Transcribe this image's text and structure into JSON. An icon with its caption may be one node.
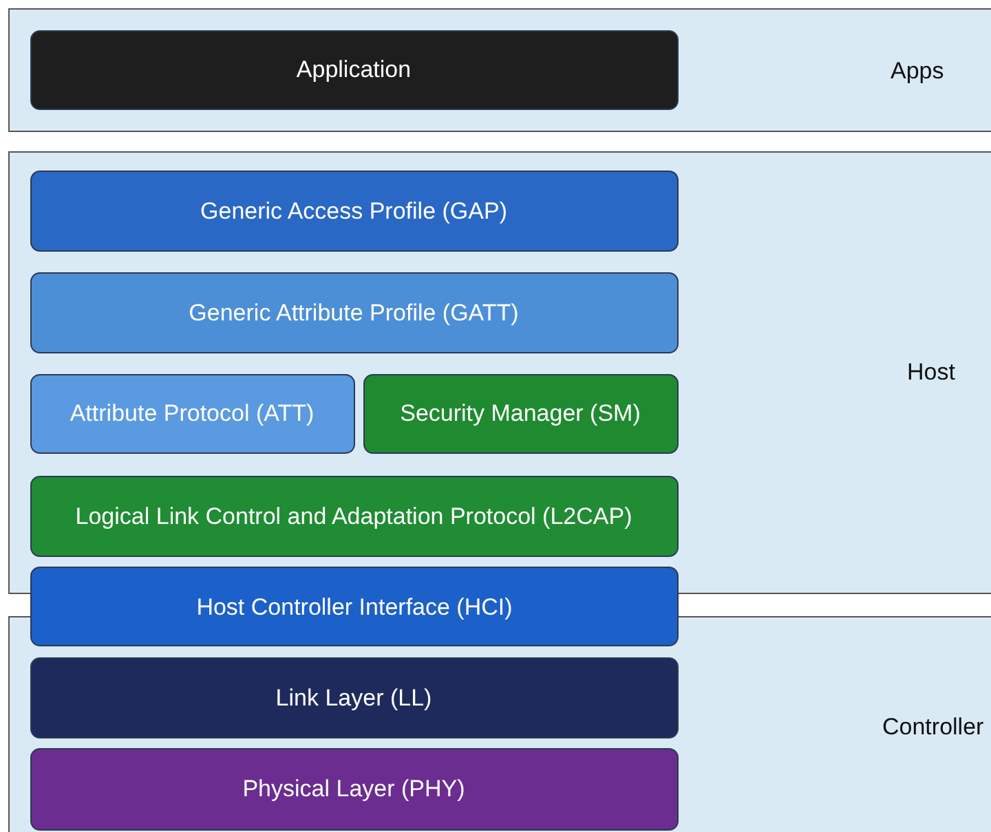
{
  "diagram": {
    "nodes": [
      {
        "text": [
          "Apps"
        ]
      },
      {
        "text": [
          "Application"
        ],
        "in": 0
      },
      {
        "text": [
          "Host"
        ]
      },
      {
        "text": [
          "Generic Access Profile (GAP)"
        ],
        "in": 2
      },
      {
        "text": [
          "Generic Attribute Profile (GATT)"
        ],
        "in": 2
      },
      {
        "text": [
          "Attribute Protocol (ATT)"
        ],
        "in": 2
      },
      {
        "text": [
          "Security Manager (SM)"
        ],
        "in": 2
      },
      {
        "text": [
          "Logical Link Control and Adaptation Protocol (L2CAP)"
        ],
        "in": 2
      },
      {
        "text": [
          "Host Controller Interface (HCI)"
        ]
      },
      {
        "text": [
          "Controller"
        ]
      },
      {
        "text": [
          "Link Layer (LL)"
        ],
        "in": 9
      },
      {
        "text": [
          "Physical Layer (PHY)"
        ],
        "in": 9
      }
    ],
    "edges": []
  }
}
